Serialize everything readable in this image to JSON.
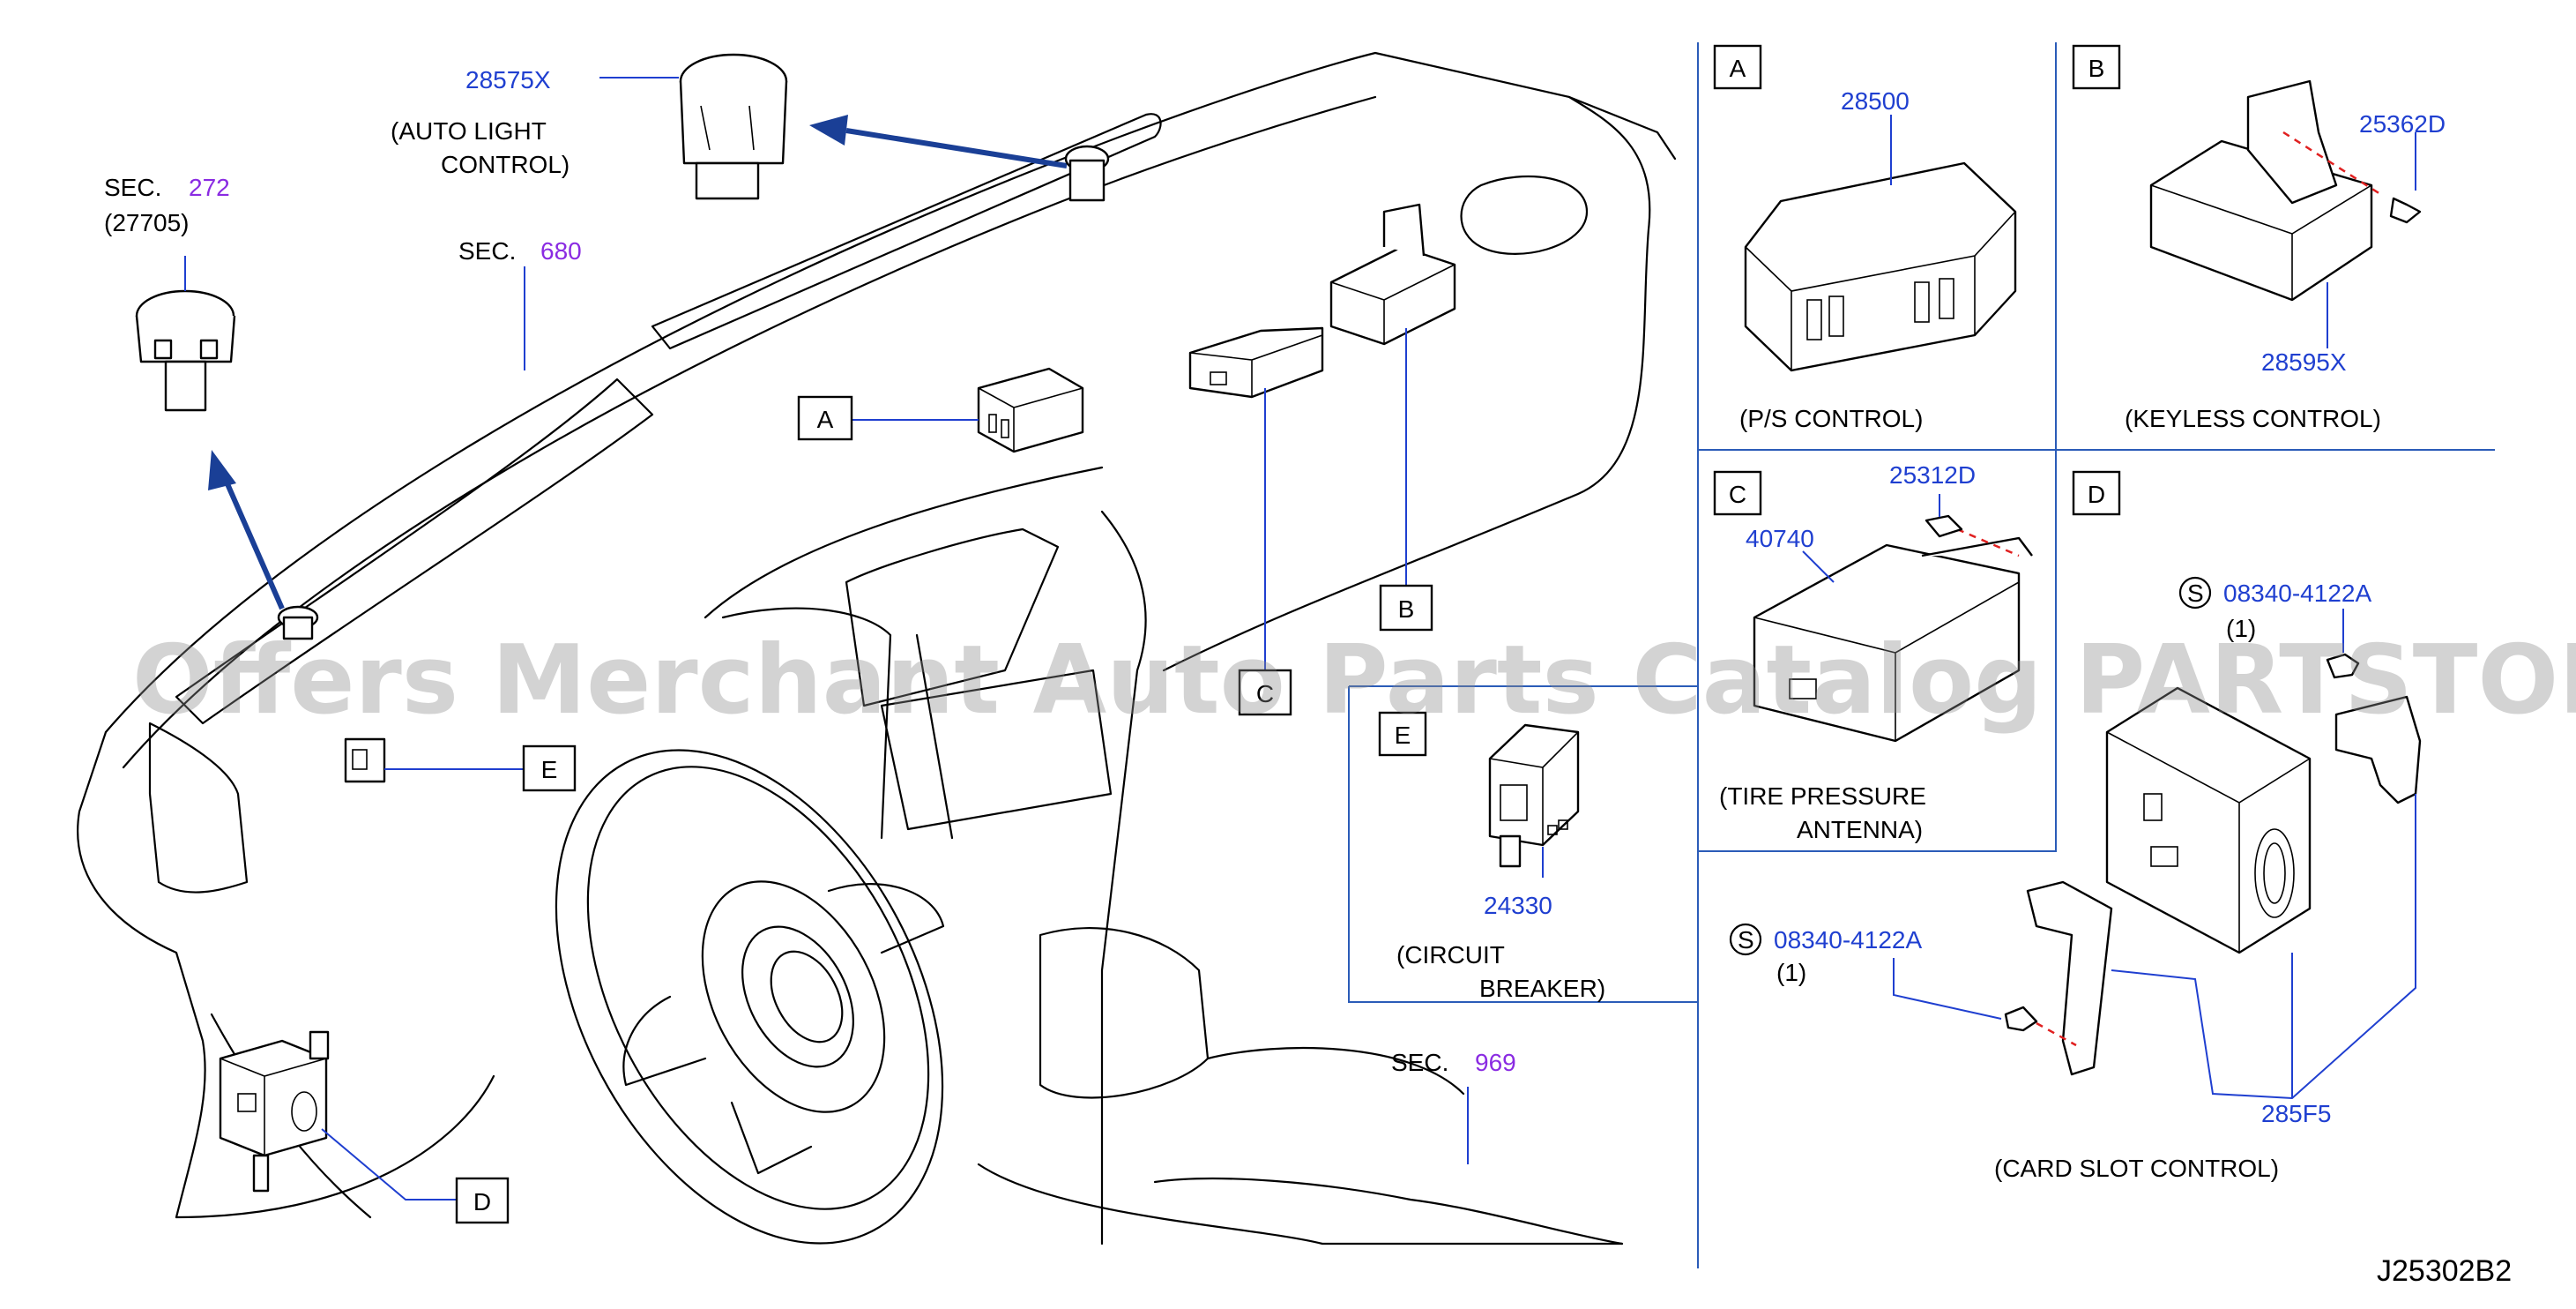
{
  "parts": {
    "auto_light_sensor": {
      "number": "28575X",
      "desc_line1": "(AUTO   LIGHT",
      "desc_line2": "CONTROL)"
    },
    "sec272": {
      "sec_prefix": "SEC.",
      "sec_number": "272",
      "sub": "(27705)"
    },
    "sec680": {
      "sec_prefix": "SEC.",
      "sec_number": "680"
    },
    "sec969": {
      "sec_prefix": "SEC.",
      "sec_number": "969"
    },
    "ps_control": {
      "number": "28500",
      "desc": "(P/S   CONTROL)"
    },
    "keyless": {
      "screw": "25362D",
      "number": "28595X",
      "desc": "(KEYLESS   CONTROL)"
    },
    "tire_pressure": {
      "screw": "25312D",
      "number": "40740",
      "desc_line1": "(TIRE   PRESSURE",
      "desc_line2": "ANTENNA)"
    },
    "card_slot": {
      "bolt_symbol": "S",
      "bolt": "08340-4122A",
      "qty": "(1)",
      "bolt2_symbol": "S",
      "bolt2": "08340-4122A",
      "qty2": "(1)",
      "number": "285F5",
      "desc": "(CARD   SLOT   CONTROL)"
    },
    "circuit_breaker": {
      "number": "24330",
      "desc_line1": "(CIRCUIT",
      "desc_line2": "BREAKER)"
    }
  },
  "callouts": {
    "A": "A",
    "B": "B",
    "C": "C",
    "D": "D",
    "E": "E"
  },
  "panels": {
    "A": "A",
    "B": "B",
    "C": "C",
    "D": "D",
    "E": "E"
  },
  "diagram_code": "J25302B2",
  "watermark": "Offers Merchant Auto Parts Catalog PARTSTORE.SA",
  "colors": {
    "part_number": "#1f3fd0",
    "section_number": "#8a2be2",
    "arrow": "#1a3f96",
    "divider": "#2b5cb8"
  }
}
